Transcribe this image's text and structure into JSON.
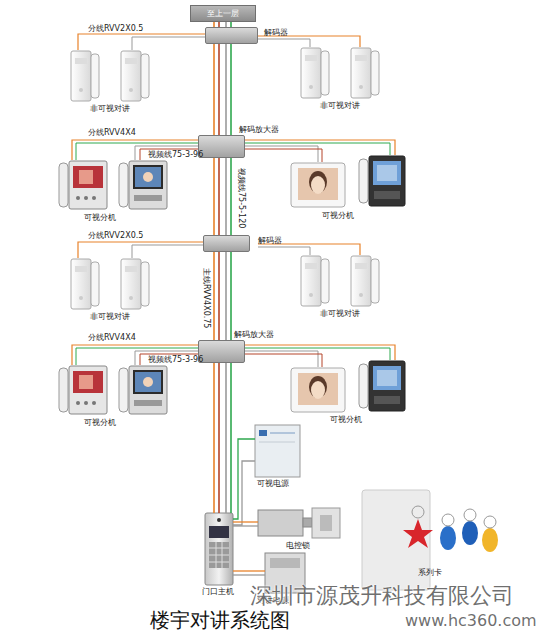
{
  "diagram": {
    "title": "楼宇对讲系统图",
    "nodes": [
      {
        "text": [
          "至上一层"
        ]
      },
      {
        "text": [
          "解码器"
        ]
      },
      {
        "text": [
          "解码放大器"
        ]
      },
      {
        "text": [
          "解码器"
        ]
      },
      {
        "text": [
          "解码放大器"
        ]
      },
      {
        "text": [
          "可视电源"
        ]
      },
      {
        "text": [
          "门口主机"
        ]
      },
      {
        "text": [
          "电控锁"
        ]
      },
      {
        "text": [
          "对讲电源"
        ]
      }
    ],
    "edges": [
      {
        "from": 0,
        "to": 1,
        "arrow": "none"
      },
      {
        "from": 1,
        "to": 2,
        "arrow": "none"
      },
      {
        "from": 2,
        "to": 3,
        "label": "视频线75-5-120",
        "arrow": "none"
      },
      {
        "from": 3,
        "to": 4,
        "label": "主线RVV4X0.75",
        "arrow": "none"
      },
      {
        "from": 4,
        "to": 6,
        "arrow": "none"
      },
      {
        "from": 5,
        "to": 6,
        "arrow": "none"
      },
      {
        "from": 6,
        "to": 7,
        "arrow": "none"
      },
      {
        "from": 6,
        "to": 8,
        "arrow": "none"
      }
    ],
    "labels": [
      "分线RVV2X0.5",
      "非可视对讲",
      "非可视对讲",
      "分线RVV4X4",
      "视频线75-3-96",
      "可视分机",
      "可视分机",
      "分线RVV2X0.5",
      "非可视对讲",
      "非可视对讲",
      "分线RVV4X4",
      "视频线75-3-96",
      "可视分机",
      "可视分机",
      "系列卡",
      "深圳市源茂升科技有限公司",
      "www.hc360.com"
    ]
  }
}
